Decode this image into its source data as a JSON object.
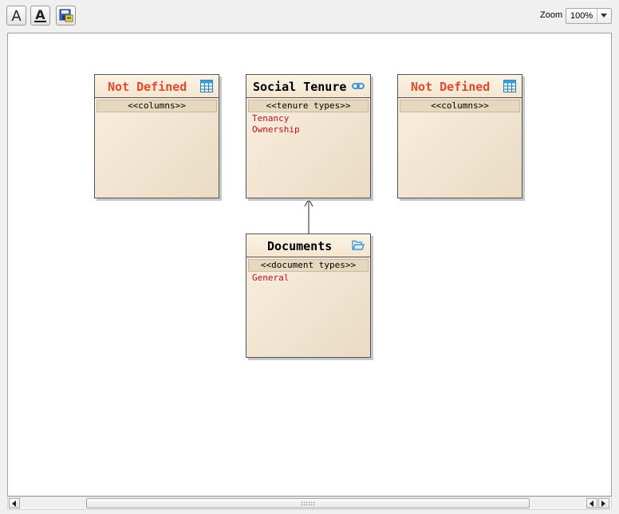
{
  "toolbar": {
    "buttons": [
      {
        "name": "font-icon"
      },
      {
        "name": "font-color-icon"
      },
      {
        "name": "save-image-icon"
      }
    ],
    "zoom_label": "Zoom",
    "zoom_value": "100%"
  },
  "entities": [
    {
      "title": "Not Defined",
      "stereotype": "<<columns>>",
      "items": [],
      "icon": "table-icon",
      "defined": false
    },
    {
      "title": "Social Tenure",
      "stereotype": "<<tenure types>>",
      "items": [
        "Tenancy",
        "Ownership"
      ],
      "icon": "link-icon",
      "defined": true
    },
    {
      "title": "Not Defined",
      "stereotype": "<<columns>>",
      "items": [],
      "icon": "table-icon",
      "defined": false
    },
    {
      "title": "Documents",
      "stereotype": "<<document types>>",
      "items": [
        "General"
      ],
      "icon": "folder-icon",
      "defined": true
    }
  ],
  "colors": {
    "undefined_title": "#e24a2f",
    "item_text": "#c0101b",
    "entity_fill": "#f3e6d2"
  }
}
